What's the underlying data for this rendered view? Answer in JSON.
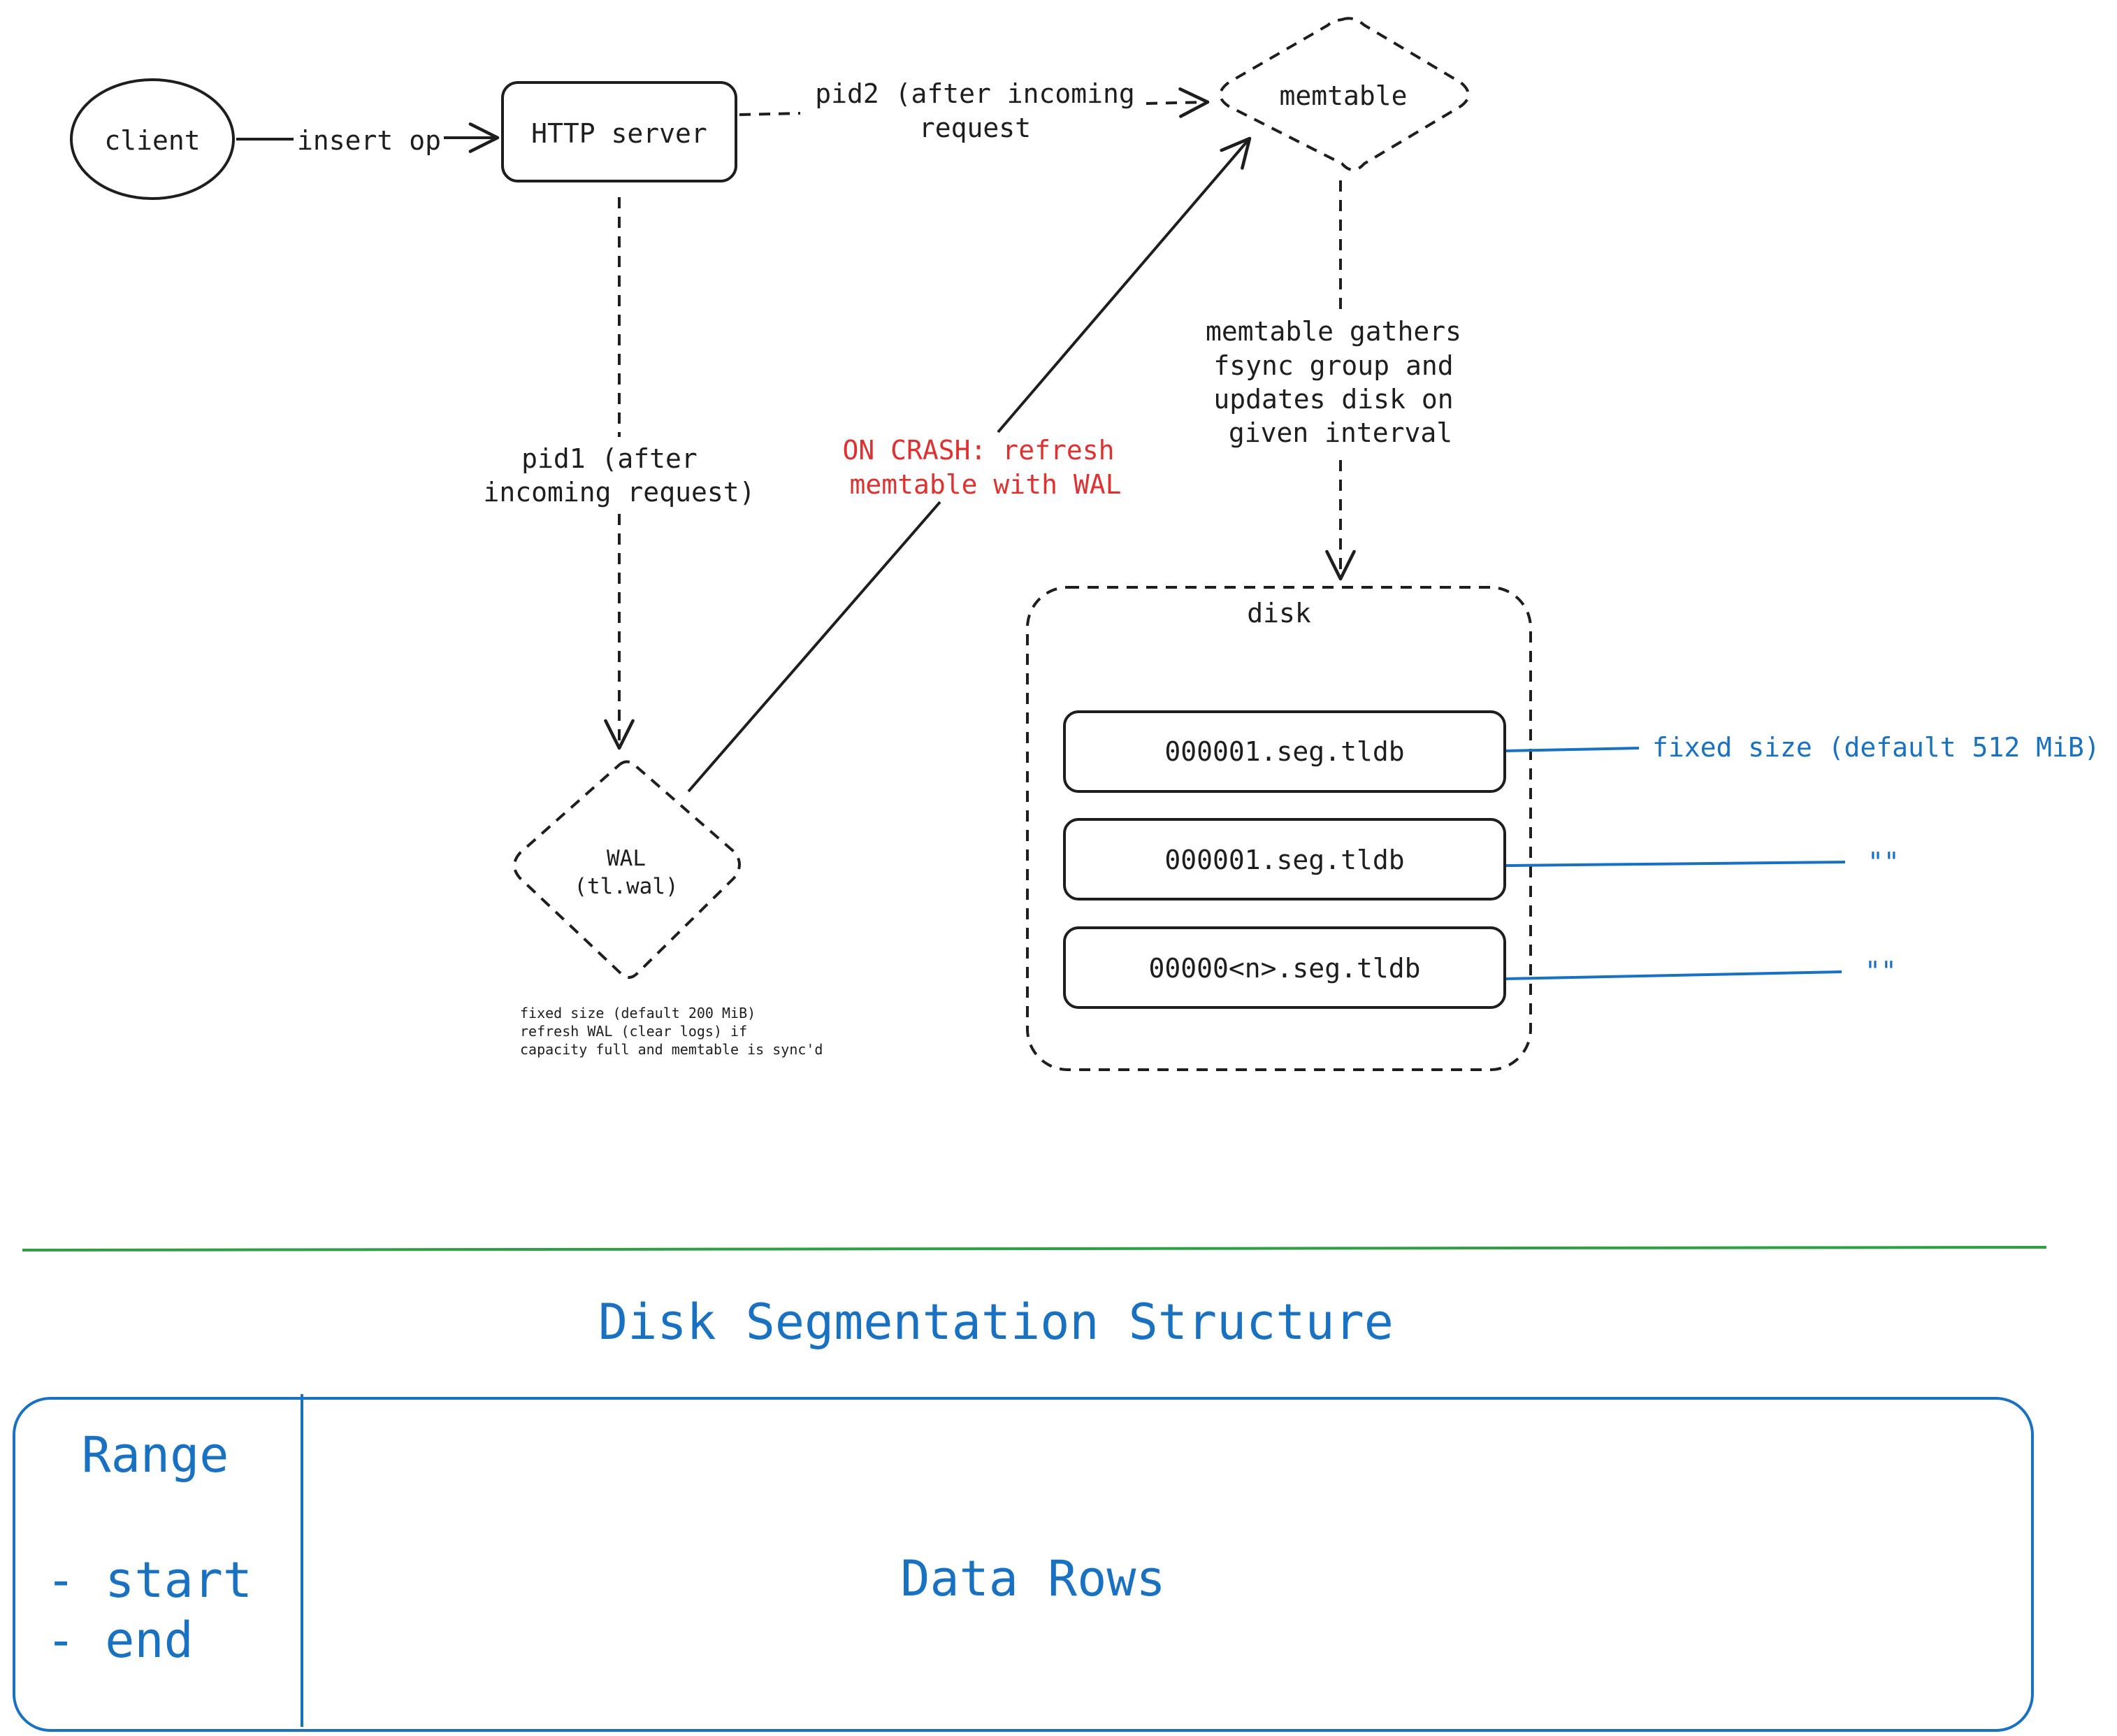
{
  "colors": {
    "ink": "#1e1e1e",
    "accent_blue": "#1971c2",
    "crash_red": "#e03131",
    "separator_green": "#2f9e44"
  },
  "nodes": {
    "client": "client",
    "http_server": "HTTP server",
    "memtable": "memtable",
    "wal_line1": "WAL",
    "wal_line2": "(tl.wal)",
    "disk": "disk",
    "segments": [
      "000001.seg.tldb",
      "000001.seg.tldb",
      "00000<n>.seg.tldb"
    ]
  },
  "edges": {
    "insert_op": "insert op",
    "pid2_line1": "pid2 (after incoming",
    "pid2_line2": "request",
    "pid1_line1": "pid1 (after",
    "pid1_line2": "incoming request)",
    "crash_line1": "ON CRASH: refresh",
    "crash_line2": "memtable with WAL",
    "memtable_line1": "memtable gathers",
    "memtable_line2": "fsync group and",
    "memtable_line3": "updates disk on",
    "memtable_line4": "given interval"
  },
  "notes": {
    "wal_note_line1": "fixed size (default 200 MiB)",
    "wal_note_line2": "refresh WAL (clear logs) if",
    "wal_note_line3": "capacity full and memtable is sync'd",
    "segment_note_1": "fixed size (default 512 MiB)",
    "segment_note_2": "\"\"",
    "segment_note_3": "\"\""
  },
  "structure": {
    "title": "Disk Segmentation Structure",
    "range_label": "Range",
    "range_start": "- start",
    "range_end": "- end",
    "data_rows": "Data Rows"
  }
}
